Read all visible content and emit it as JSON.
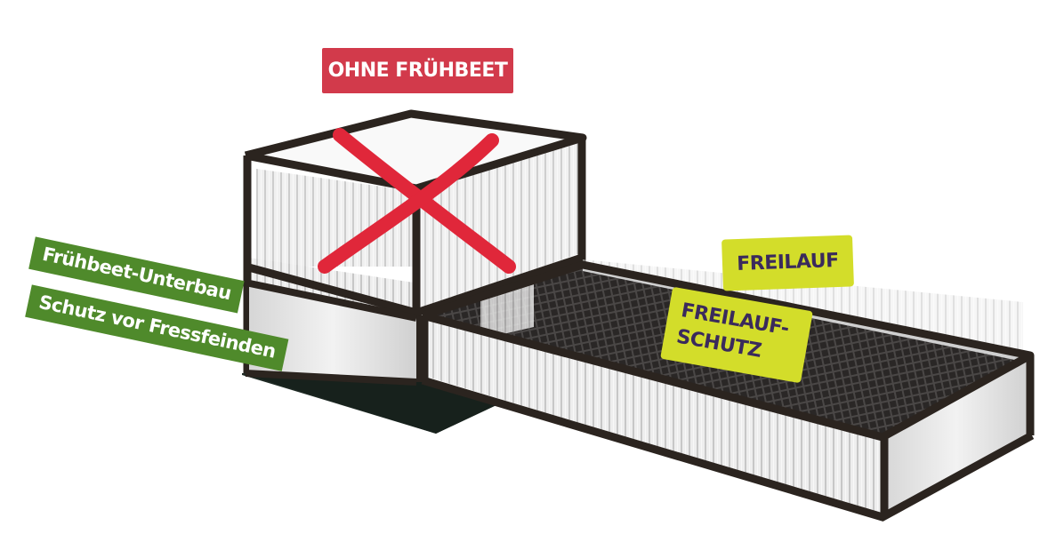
{
  "labels": {
    "ohne_fruehbeet": "OHNE FRÜHBEET",
    "fruehbeet_unterbau": "Frühbeet-Unterbau",
    "schutz_fressfeinden": "Schutz vor Fressfeinden",
    "freilauf": "FREILAUF",
    "freilauf_schutz": "FREILAUF-SCHUTZ"
  },
  "icons": {
    "cross": "red-x-icon"
  },
  "colors": {
    "red_badge": "#d23a4b",
    "green_badge": "#4f8a2b",
    "lime_badge": "#d3dd2a",
    "lime_text": "#3a2a5c",
    "frame": "#2b241f",
    "panel": "#e6e6e6",
    "cross": "#e0273a"
  }
}
